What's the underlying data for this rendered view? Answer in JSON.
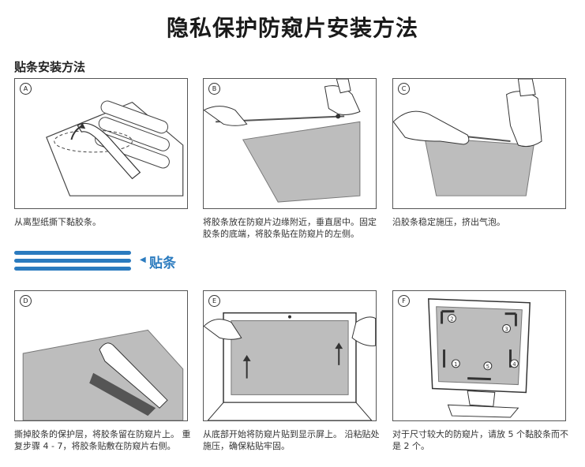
{
  "page": {
    "title": "隐私保护防窥片安装方法",
    "section_title": "贴条安装方法"
  },
  "steps": [
    {
      "badge": "A",
      "caption": "从离型纸撕下黏胶条。"
    },
    {
      "badge": "B",
      "caption": "将胶条放在防窥片边缘附近，垂直居中。固定胶条的底端，将胶条贴在防窥片的左侧。"
    },
    {
      "badge": "C",
      "caption": "沿胶条稳定施压，挤出气泡。"
    },
    {
      "badge": "D",
      "caption": "撕掉胶条的保护层，将胶条留在防窥片上。 重复步骤 4 - 7，将胶条贴敷在防窥片右侧。"
    },
    {
      "badge": "E",
      "caption": "从底部开始将防窥片贴到显示屏上。 沿粘贴处施压，确保粘贴牢固。"
    },
    {
      "badge": "F",
      "caption": "对于尺寸较大的防窥片，请放 5 个黏胶条而不是 2 个。"
    }
  ],
  "legend": {
    "arrow": "◀",
    "label": "贴条"
  },
  "monitor_markers": [
    "1",
    "2",
    "3",
    "4",
    "5"
  ],
  "colors": {
    "accent_blue": "#2b7bbf",
    "film_gray": "#bdbdbd",
    "strip_dark": "#555555"
  }
}
